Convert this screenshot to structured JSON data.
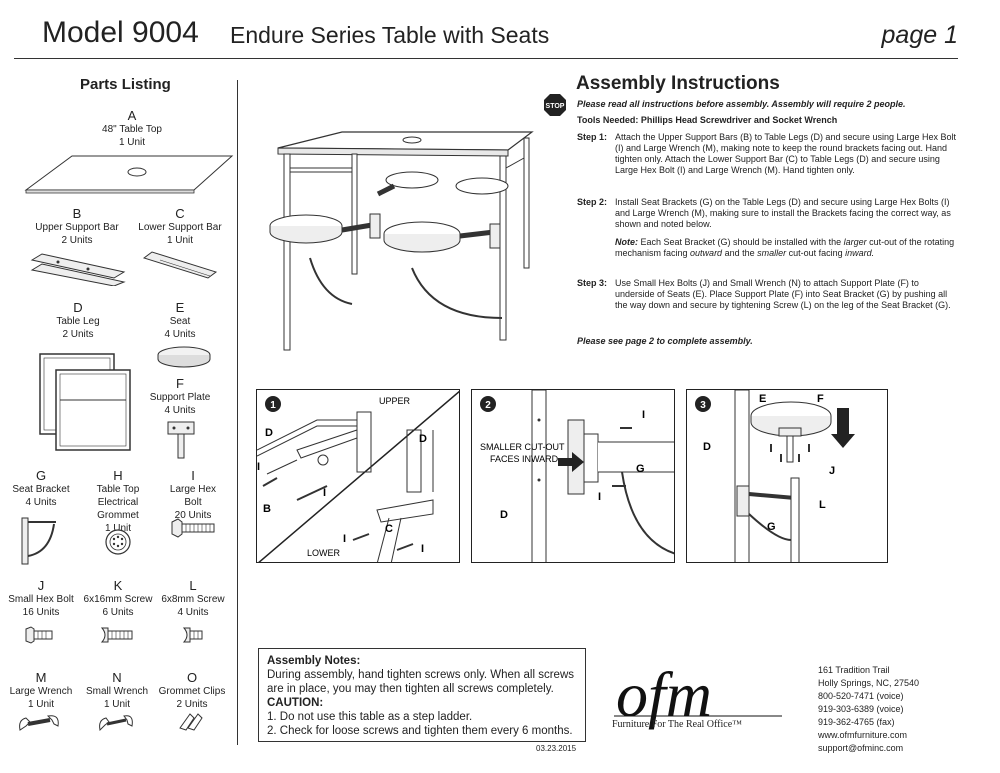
{
  "header": {
    "model": "Model 9004",
    "subtitle": "Endure Series Table with Seats",
    "page": "page 1"
  },
  "parts": {
    "title": "Parts Listing",
    "items": [
      {
        "letter": "A",
        "name": "48\" Table Top",
        "qty": "1 Unit"
      },
      {
        "letter": "B",
        "name": "Upper Support Bar",
        "qty": "2 Units"
      },
      {
        "letter": "C",
        "name": "Lower Support Bar",
        "qty": "1 Unit"
      },
      {
        "letter": "D",
        "name": "Table Leg",
        "qty": "2 Units"
      },
      {
        "letter": "E",
        "name": "Seat",
        "qty": "4 Units"
      },
      {
        "letter": "F",
        "name": "Support Plate",
        "qty": "4 Units"
      },
      {
        "letter": "G",
        "name": "Seat Bracket",
        "qty": "4 Units"
      },
      {
        "letter": "H",
        "name": "Table Top Electrical Grommet",
        "qty": "1 Unit"
      },
      {
        "letter": "I",
        "name": "Large Hex Bolt",
        "qty": "20 Units"
      },
      {
        "letter": "J",
        "name": "Small Hex Bolt",
        "qty": "16 Units"
      },
      {
        "letter": "K",
        "name": "6x16mm Screw",
        "qty": "6 Units"
      },
      {
        "letter": "L",
        "name": "6x8mm Screw",
        "qty": "4 Units"
      },
      {
        "letter": "M",
        "name": "Large Wrench",
        "qty": "1 Unit"
      },
      {
        "letter": "N",
        "name": "Small Wrench",
        "qty": "1 Unit"
      },
      {
        "letter": "O",
        "name": "Grommet Clips",
        "qty": "2 Units"
      }
    ]
  },
  "assembly": {
    "title": "Assembly Instructions",
    "stop_label": "STOP",
    "intro": "Please read all instructions before assembly. Assembly will require 2 people.",
    "tools": "Tools Needed: Phillips Head Screwdriver and Socket Wrench",
    "steps": [
      {
        "label": "Step 1:",
        "text": "Attach the Upper Support Bars (B) to Table Legs (D) and secure using Large Hex Bolt (I) and Large Wrench (M), making note to keep the round brackets facing out. Hand tighten only. Attach the Lower Support Bar (C) to Table Legs (D) and secure using Large Hex Bolt (I) and Large Wrench (M). Hand tighten only."
      },
      {
        "label": "Step 2:",
        "text": "Install Seat Brackets (G) on the Table Legs (D) and secure using Large Hex Bolts (I) and Large Wrench (M), making sure to install the Brackets facing the correct way, as shown and noted below."
      },
      {
        "label": "Step 3:",
        "text": "Use Small Hex Bolts (J) and Small Wrench (N) to attach Support Plate (F) to underside of Seats (E). Place Support Plate (F) into Seat Bracket (G) by pushing all the way down and secure by tightening Screw (L) on the leg of the Seat Bracket (G)."
      }
    ],
    "note": {
      "label": "Note:",
      "text_1": " Each Seat Bracket (G) should be installed with the ",
      "larger": "larger",
      "text_2": " cut-out of the rotating mechanism facing ",
      "outward": "outward",
      "text_3": " and the ",
      "smaller": "smaller",
      "text_4": " cut-out facing ",
      "inward": "inward."
    },
    "see_page": "Please see page 2 to complete assembly."
  },
  "diagrams": {
    "panel1": {
      "num": "1",
      "labels": [
        "D",
        "I",
        "I",
        "B",
        "UPPER",
        "D",
        "C",
        "I",
        "I",
        "LOWER"
      ]
    },
    "panel2": {
      "num": "2",
      "labels": [
        "I",
        "SMALLER CUT-OUT",
        "FACES INWARD",
        "G",
        "I",
        "D"
      ]
    },
    "panel3": {
      "num": "3",
      "labels": [
        "E",
        "F",
        "D",
        "J",
        "L",
        "G"
      ]
    }
  },
  "notes": {
    "title": "Assembly Notes:",
    "body": "During assembly, hand tighten screws only. When all screws are in place, you may then tighten all screws completely.",
    "caution_title": "CAUTION:",
    "caution_1": "1. Do not use this table as a step ladder.",
    "caution_2": "2. Check for loose screws and tighten them every 6 months."
  },
  "date": "03.23.2015",
  "brand": {
    "logo": "ofm",
    "tagline": "Furniture For The Real Office™"
  },
  "contact": {
    "lines": [
      "161 Tradition Trail",
      "Holly Springs, NC, 27540",
      "800-520-7471 (voice)",
      "919-303-6389 (voice)",
      "919-362-4765 (fax)",
      "www.ofmfurniture.com",
      "support@ofminc.com"
    ]
  }
}
